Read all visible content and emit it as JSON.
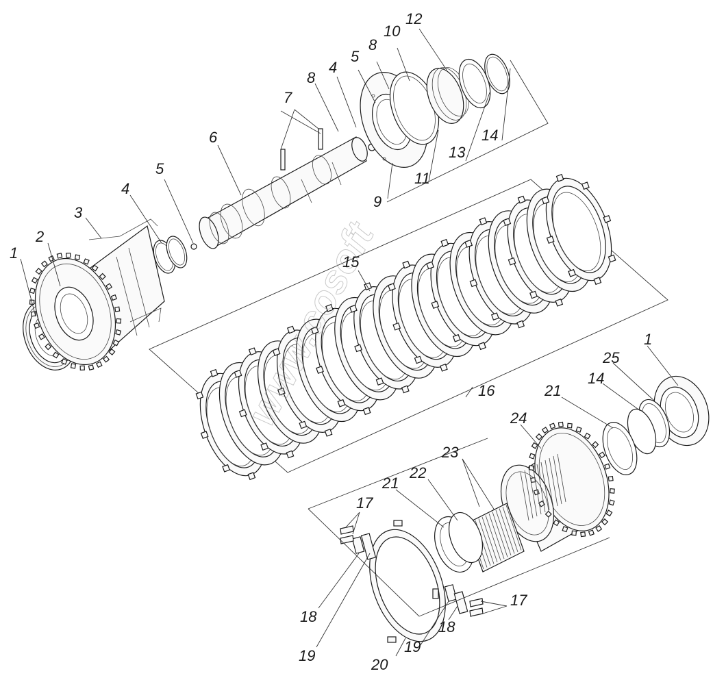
{
  "diagram": {
    "watermark": "www.cosoft",
    "callouts": [
      {
        "id": "c1a",
        "text": "1"
      },
      {
        "id": "c2",
        "text": "2"
      },
      {
        "id": "c3",
        "text": "3"
      },
      {
        "id": "c4a",
        "text": "4"
      },
      {
        "id": "c5a",
        "text": "5"
      },
      {
        "id": "c6",
        "text": "6"
      },
      {
        "id": "c7",
        "text": "7"
      },
      {
        "id": "c8a",
        "text": "8"
      },
      {
        "id": "c4b",
        "text": "4"
      },
      {
        "id": "c5b",
        "text": "5"
      },
      {
        "id": "c8b",
        "text": "8"
      },
      {
        "id": "c10",
        "text": "10"
      },
      {
        "id": "c12",
        "text": "12"
      },
      {
        "id": "c9",
        "text": "9"
      },
      {
        "id": "c11",
        "text": "11"
      },
      {
        "id": "c13",
        "text": "13"
      },
      {
        "id": "c14a",
        "text": "14"
      },
      {
        "id": "c15",
        "text": "15"
      },
      {
        "id": "c16",
        "text": "16"
      },
      {
        "id": "c1b",
        "text": "1"
      },
      {
        "id": "c25",
        "text": "25"
      },
      {
        "id": "c14b",
        "text": "14"
      },
      {
        "id": "c21a",
        "text": "21"
      },
      {
        "id": "c24",
        "text": "24"
      },
      {
        "id": "c23",
        "text": "23"
      },
      {
        "id": "c22",
        "text": "22"
      },
      {
        "id": "c21b",
        "text": "21"
      },
      {
        "id": "c17a",
        "text": "17"
      },
      {
        "id": "c17b",
        "text": "17"
      },
      {
        "id": "c18a",
        "text": "18"
      },
      {
        "id": "c18b",
        "text": "18"
      },
      {
        "id": "c19a",
        "text": "19"
      },
      {
        "id": "c19b",
        "text": "19"
      },
      {
        "id": "c20",
        "text": "20"
      }
    ]
  }
}
